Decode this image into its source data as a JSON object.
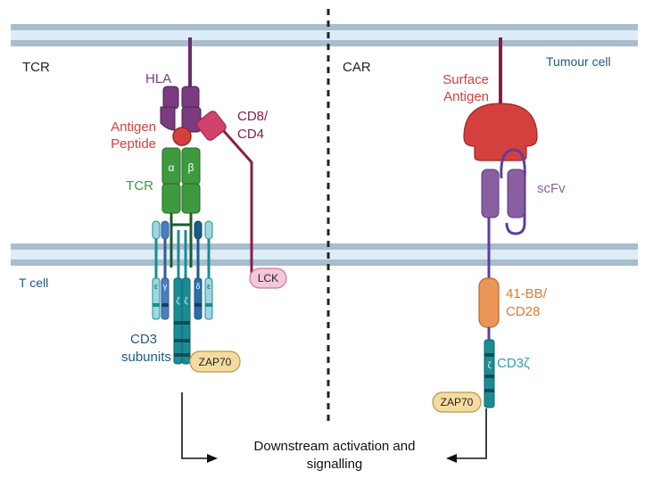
{
  "sections": {
    "left_title": "TCR",
    "right_title": "CAR"
  },
  "membranes": {
    "tumour_label": "Tumour cell",
    "tcell_label": "T cell"
  },
  "tcr": {
    "hla_label": "HLA",
    "antigen_label_line1": "Antigen",
    "antigen_label_line2": "Peptide",
    "cd8_label_line1": "CD8/",
    "cd8_label_line2": "CD4",
    "alpha_symbol": "α",
    "beta_symbol": "β",
    "tcr_label": "TCR",
    "epsilon_symbol": "ε",
    "gamma_symbol": "γ",
    "delta_symbol": "δ",
    "zeta_symbol": "ζ",
    "cd3_label_line1": "CD3",
    "cd3_label_line2": "subunits",
    "zap70_label": "ZAP70",
    "lck_label": "LCK"
  },
  "car": {
    "surface_label_line1": "Surface",
    "surface_label_line2": "Antigen",
    "scfv_label": "scFv",
    "costim_label_line1": "41-BB/",
    "costim_label_line2": "CD28",
    "cd3z_label": "CD3ζ",
    "zeta_symbol": "ζ",
    "zap70_label": "ZAP70"
  },
  "outcome": {
    "line1": "Downstream activation and",
    "line2": "signalling"
  },
  "colors": {
    "membrane": "#a9bdcc",
    "membrane_light": "#dbeef8",
    "hla": "#7a3b7f",
    "antigen": "#d5403f",
    "cd8": "#d1436b",
    "tcr_green": "#3e9a3f",
    "cd3_teal": "#1b8c94",
    "cd3_blue": "#2a5f99",
    "cd3_light": "#9fd7e0",
    "zap70": "#f4dca0",
    "lck": "#f6c6da",
    "scfv": "#8a5ea3",
    "costim": "#ec9558",
    "car_stalk": "#5b3fa0",
    "stalk": "#8a1d45",
    "text_blue": "#1c5a8a",
    "text_orange": "#e07a2c",
    "text_teal": "#2aa0a8"
  }
}
